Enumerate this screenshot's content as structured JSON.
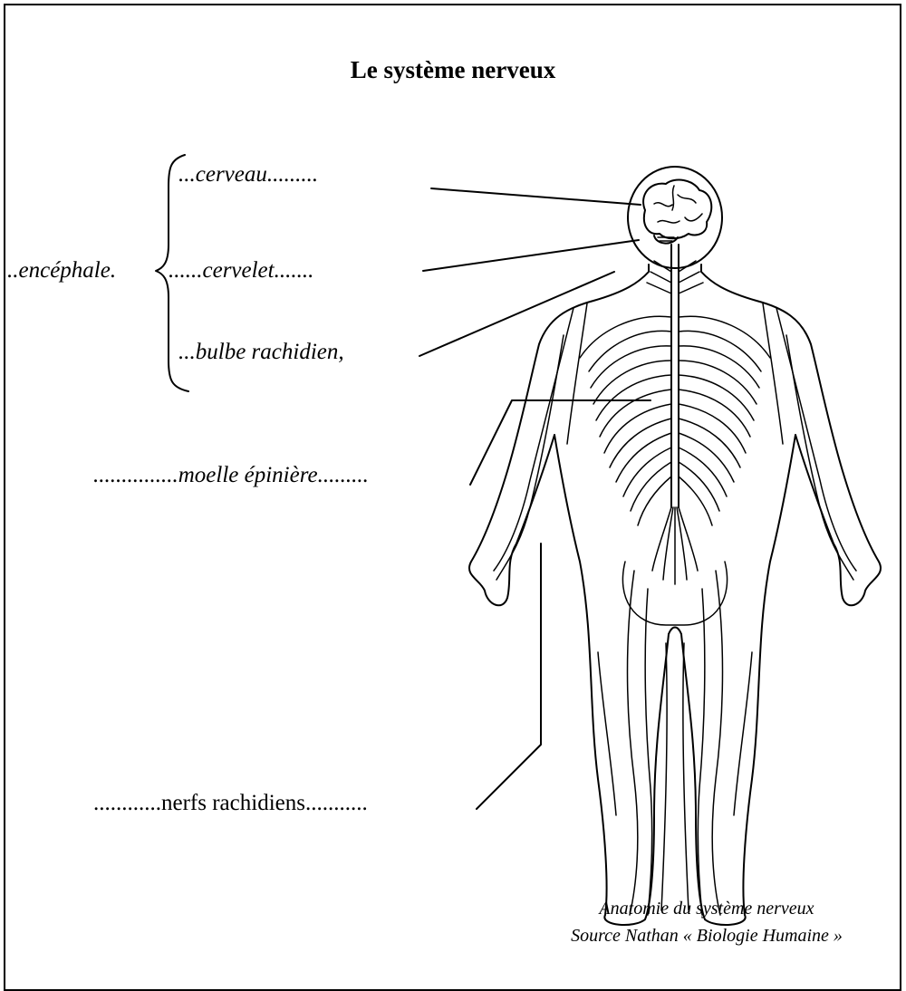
{
  "title": "Le système nerveux",
  "labels": {
    "encephale": "..encéphale.",
    "cerveau": "...cerveau.........",
    "cervelet": "......cervelet.......",
    "bulbe": "...bulbe rachidien,",
    "moelle": "...............moelle épinière.........",
    "nerfs": "............nerfs rachidiens..........."
  },
  "caption": {
    "line1": "Anatomie du système nerveux",
    "line2": "Source Nathan « Biologie Humaine »"
  }
}
